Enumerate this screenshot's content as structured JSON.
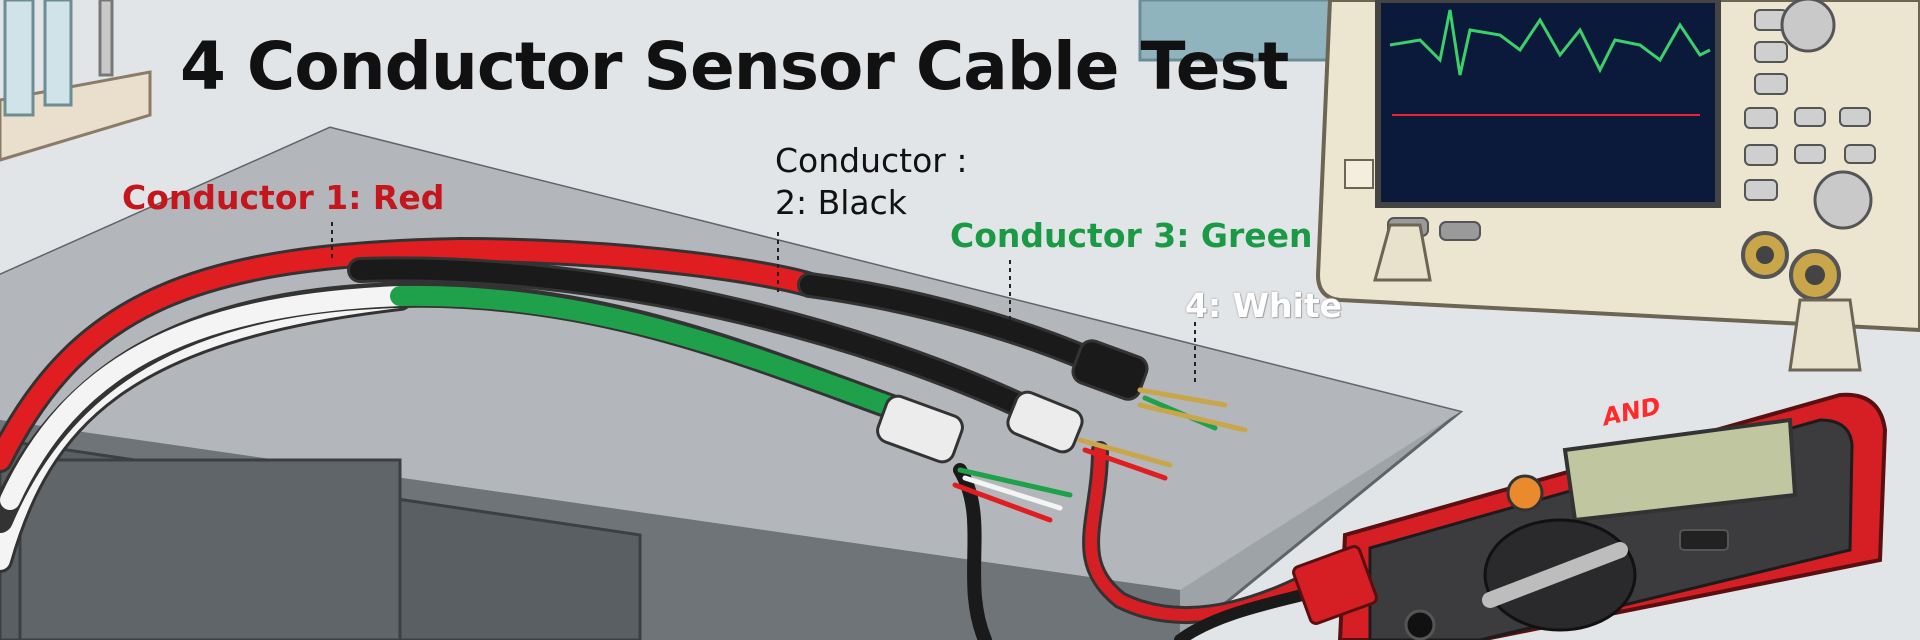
{
  "title": "4 Conductor Sensor Cable Test",
  "labels": {
    "conductor_1": "Conductor 1: Red",
    "conductor_2_line1": "Conductor :",
    "conductor_2_line2": "2: Black",
    "conductor_3": "Conductor 3: Green",
    "conductor_4": "4: White"
  },
  "multimeter": {
    "brand": "AND"
  },
  "colors": {
    "red": "#e01e22",
    "black": "#1a1a1a",
    "green": "#1fa04a",
    "white": "#f4f4f4",
    "scope_trace": "#3cd06a",
    "multimeter_body": "#d51f24"
  },
  "icons": [
    "test-tube-rack-icon",
    "oscilloscope-icon",
    "multimeter-icon",
    "cable-icon"
  ]
}
